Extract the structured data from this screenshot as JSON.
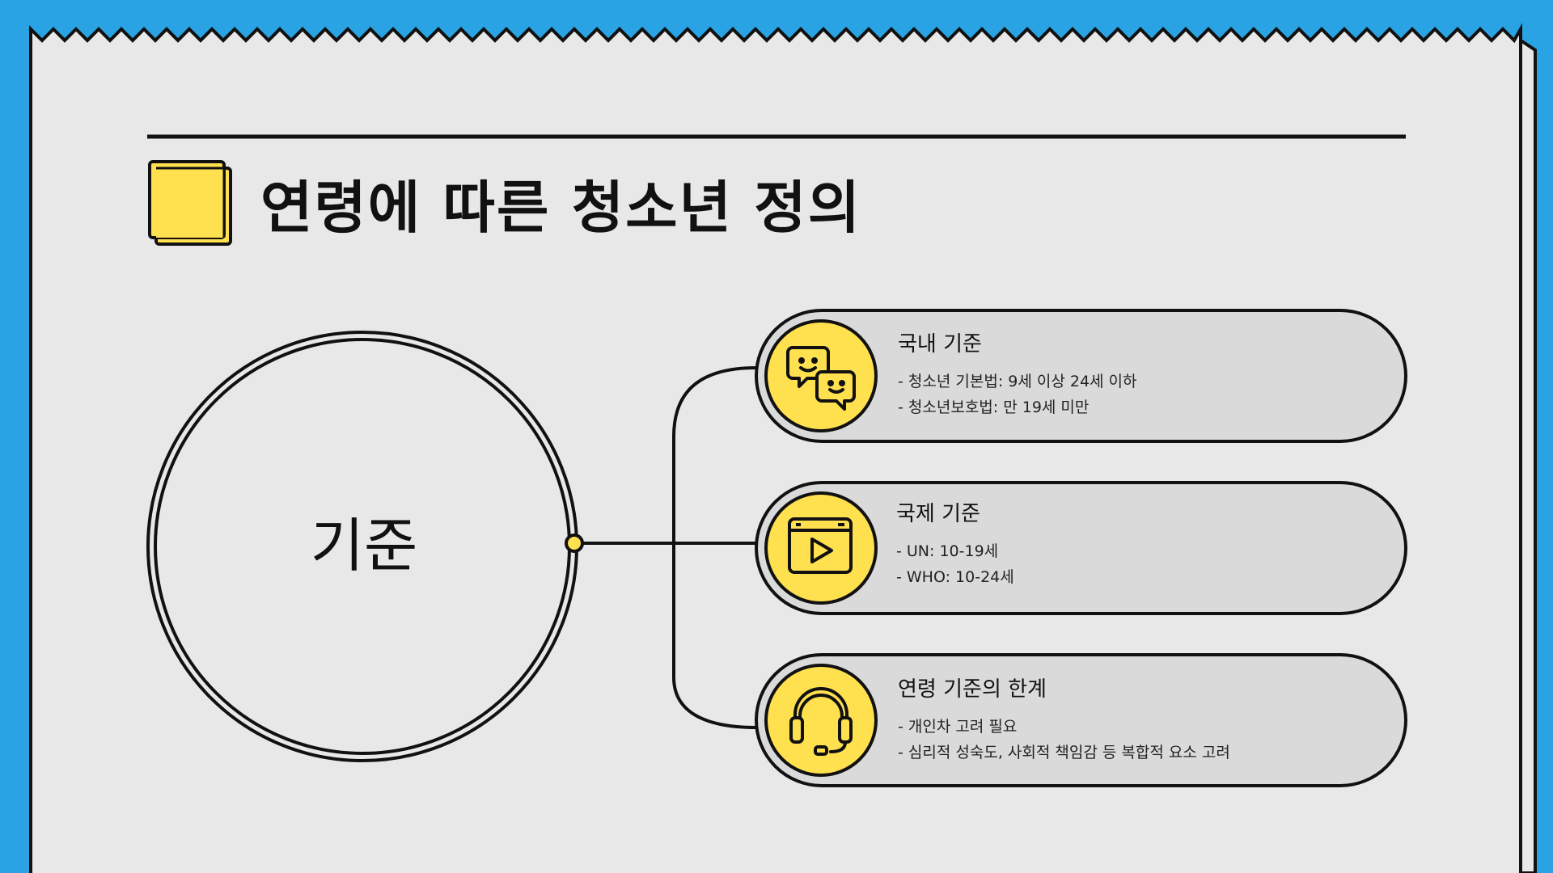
{
  "title": "연령에 따른 청소년 정의",
  "center": {
    "label": "기준"
  },
  "cards": [
    {
      "icon": "chat-smiley-icon",
      "title": "국내 기준",
      "lines": [
        "- 청소년 기본법: 9세 이상 24세 이하",
        "- 청소년보호법: 만 19세 미만"
      ]
    },
    {
      "icon": "video-play-icon",
      "title": "국제 기준",
      "lines": [
        "- UN: 10-19세",
        "- WHO: 10-24세"
      ]
    },
    {
      "icon": "headset-icon",
      "title": "연령 기준의 한계",
      "lines": [
        "- 개인차 고려 필요",
        "- 심리적 성숙도, 사회적 책임감 등 복합적 요소 고려"
      ]
    }
  ],
  "colors": {
    "background": "#29a3e3",
    "paper": "#e8e8e8",
    "accent": "#ffe04f",
    "card": "#dadada",
    "ink": "#111111"
  }
}
